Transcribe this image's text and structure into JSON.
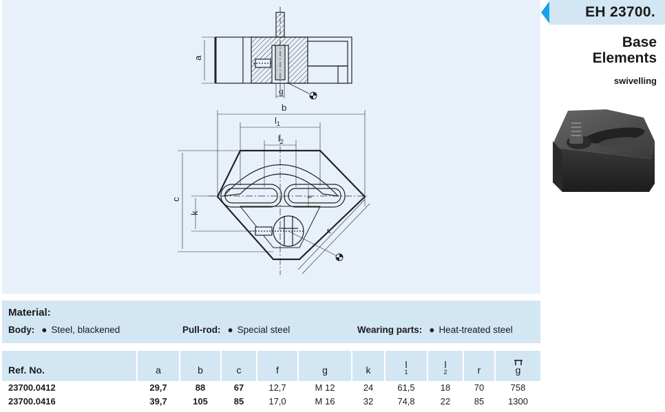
{
  "header": {
    "product_code": "EH 23700.",
    "title_line1": "Base",
    "title_line2": "Elements",
    "subtitle": "swivelling",
    "accent_color": "#1aa3e8"
  },
  "drawing": {
    "dimension_labels": {
      "a": "a",
      "b": "b",
      "c": "c",
      "f": "f",
      "g": "g",
      "k": "k",
      "r": "r",
      "l1": "l",
      "l1_sub": "1",
      "l2": "l",
      "l2_sub": "2"
    },
    "center_symbol": "center-mark-icon"
  },
  "material": {
    "title": "Material:",
    "items": [
      {
        "label": "Body:",
        "value": "Steel, blackened"
      },
      {
        "label": "Pull-rod:",
        "value": "Special steel"
      },
      {
        "label": "Wearing parts:",
        "value": "Heat-treated steel"
      }
    ]
  },
  "table": {
    "columns": [
      "Ref. No.",
      "a",
      "b",
      "c",
      "f",
      "g",
      "k",
      "l",
      "l",
      "r",
      "g"
    ],
    "column_subs": [
      "",
      "",
      "",
      "",
      "",
      "",
      "",
      "1",
      "2",
      "",
      ""
    ],
    "weight_icon": "weight-icon",
    "rows": [
      [
        "23700.0412",
        "29,7",
        "88",
        "67",
        "12,7",
        "M 12",
        "24",
        "61,5",
        "18",
        "70",
        "758"
      ],
      [
        "23700.0416",
        "39,7",
        "105",
        "85",
        "17,0",
        "M 16",
        "32",
        "74,8",
        "22",
        "85",
        "1300"
      ]
    ]
  }
}
